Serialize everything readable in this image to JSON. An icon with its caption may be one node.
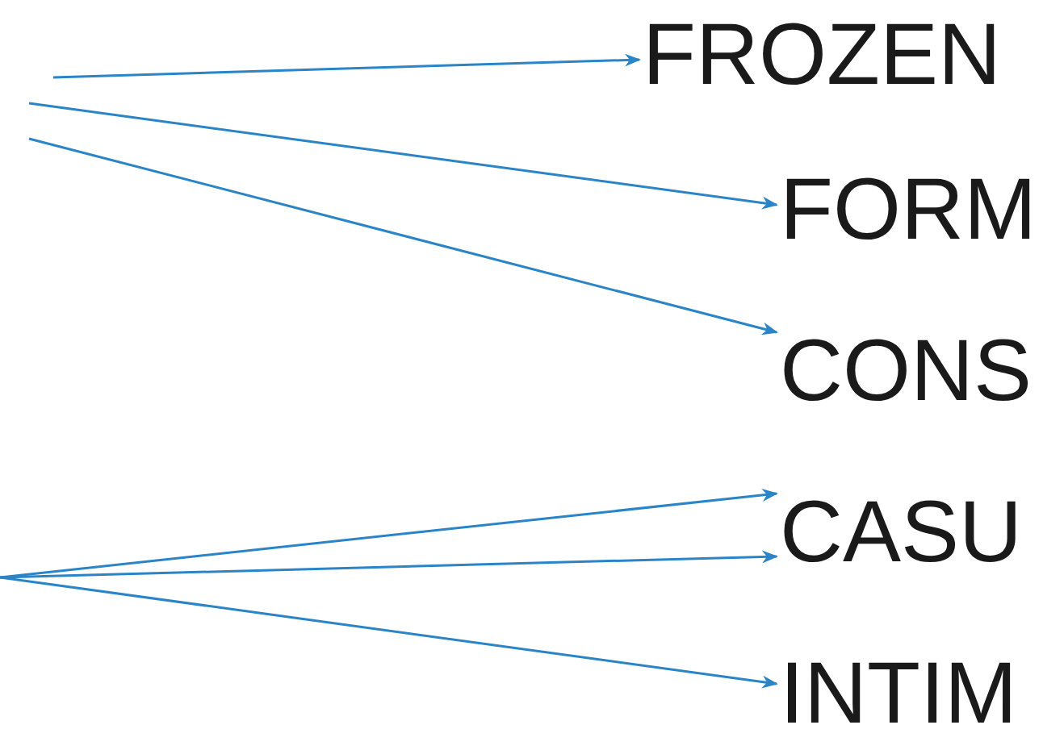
{
  "diagram": {
    "nodes": [
      {
        "text": [
          "FROZEN"
        ]
      },
      {
        "text": [
          "FORM"
        ]
      },
      {
        "text": [
          "CONS"
        ]
      },
      {
        "text": [
          "CASU"
        ]
      },
      {
        "text": [
          "INTIM"
        ]
      }
    ],
    "edges": [
      {
        "from": null,
        "to": 0,
        "arrow": "to"
      },
      {
        "from": null,
        "to": 1,
        "arrow": "to"
      },
      {
        "from": null,
        "to": 2,
        "arrow": "to"
      },
      {
        "from": null,
        "to": 3,
        "arrow": "to"
      },
      {
        "from": null,
        "to": 3,
        "arrow": "to"
      },
      {
        "from": null,
        "to": 4,
        "arrow": "to"
      }
    ]
  }
}
